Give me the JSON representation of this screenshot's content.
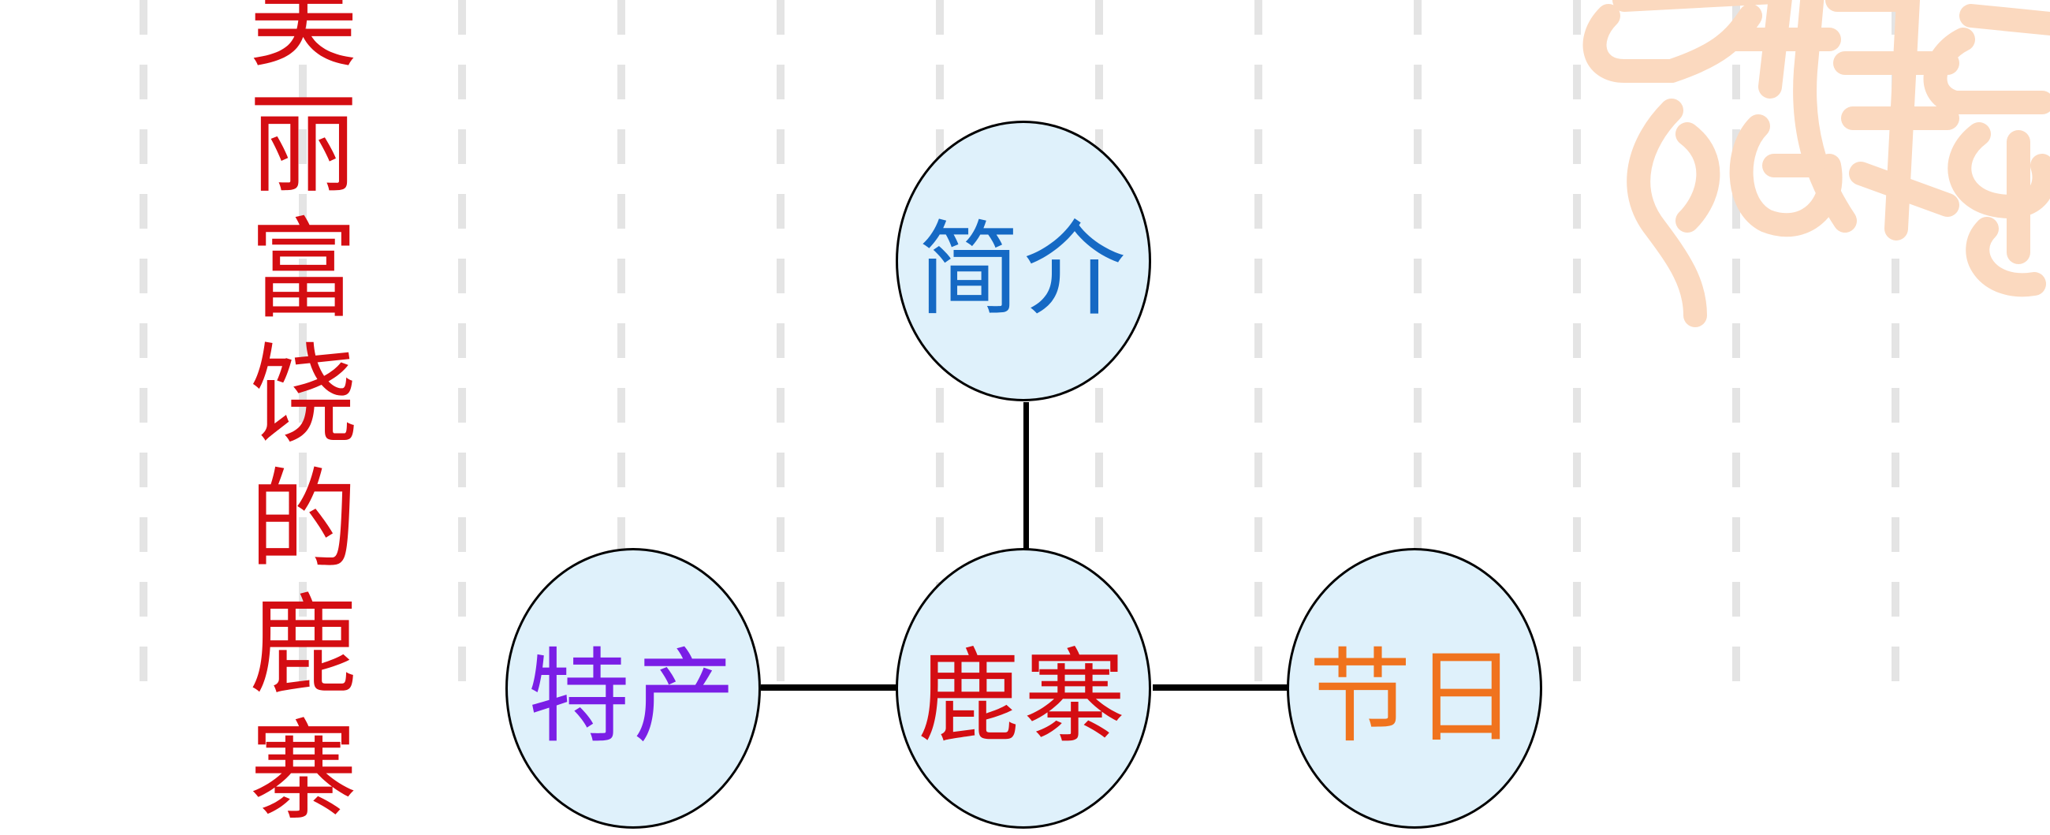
{
  "title": {
    "chars": [
      "美",
      "丽",
      "富",
      "饶",
      "的",
      "鹿",
      "寨"
    ],
    "color": "#d40d12"
  },
  "seal": {
    "description_icon": "decorative-seal-script-icon",
    "color": "#fbd9bf"
  },
  "diagram": {
    "center": {
      "label": "鹿寨",
      "color": "#d40d12"
    },
    "top": {
      "label": "简介",
      "color": "#1569c4"
    },
    "left": {
      "label": "特产",
      "color": "#7a1ee6"
    },
    "right": {
      "label": "节日",
      "color": "#f0731e"
    }
  }
}
